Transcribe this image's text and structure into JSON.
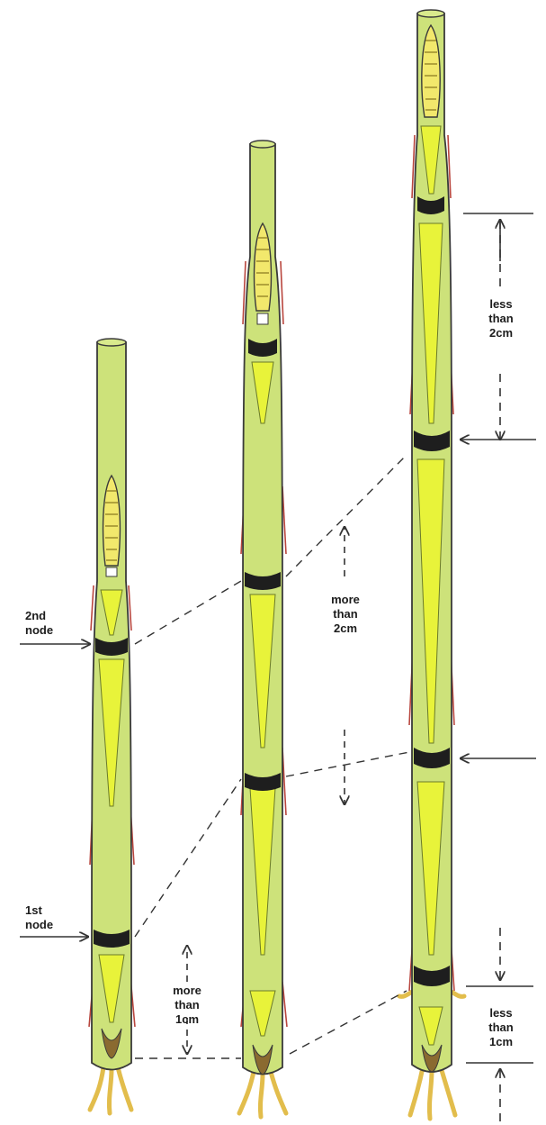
{
  "labels": {
    "second_node": [
      "2nd",
      "node"
    ],
    "first_node": [
      "1st",
      "node"
    ],
    "more_than_1cm": [
      "more",
      "than",
      "1cm"
    ],
    "more_than_2cm": [
      "more",
      "than",
      "2cm"
    ],
    "less_than_2cm": [
      "less",
      "than",
      "2cm"
    ],
    "less_than_1cm": [
      "less",
      "than",
      "1cm"
    ]
  },
  "colors": {
    "stem": "#cde27a",
    "pith": "#e8f33a",
    "node": "#1e1e1e",
    "outline": "#3a3a3a",
    "sheath": "#b9463e",
    "root": "#e2bd4c",
    "head": "#f2e86c"
  }
}
